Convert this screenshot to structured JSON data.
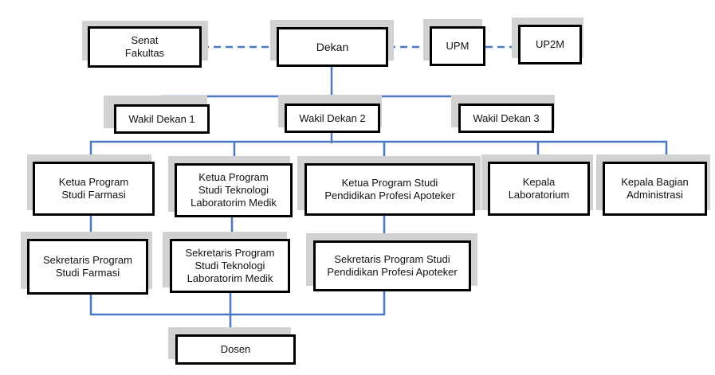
{
  "colors": {
    "connector": "#4a78c2",
    "box_border": "#000000",
    "shadow": "#d2d2d2"
  },
  "org": {
    "senat": "Senat\nFakultas",
    "dekan": "Dekan",
    "upm": "UPM",
    "up2m": "UP2M",
    "wakil_dekan_1": "Wakil Dekan 1",
    "wakil_dekan_2": "Wakil Dekan 2",
    "wakil_dekan_3": "Wakil Dekan 3",
    "ketua_farmasi": "Ketua Program\nStudi Farmasi",
    "ketua_tlm": "Ketua Program\nStudi Teknologi\nLaboratorim Medik",
    "ketua_apoteker": "Ketua Program Studi\nPendidikan Profesi Apoteker",
    "kepala_lab": "Kepala\nLaboratorium",
    "kepala_admin": "Kepala Bagian\nAdministrasi",
    "sekretaris_farmasi": "Sekretaris Program\nStudi Farmasi",
    "sekretaris_tlm": "Sekretaris Program\nStudi Teknologi\nLaboratorim Medik",
    "sekretaris_apoteker": "Sekretaris Program Studi\nPendidikan Profesi Apoteker",
    "dosen": "Dosen"
  }
}
